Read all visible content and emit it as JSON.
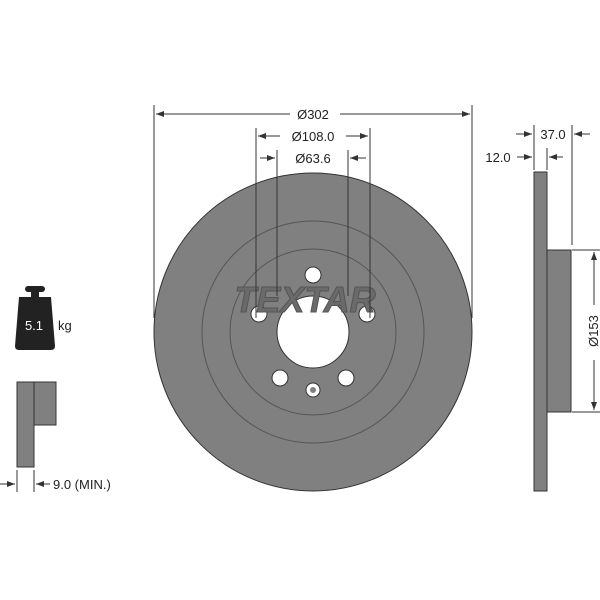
{
  "dimensions": {
    "outer_diameter": "Ø302",
    "bolt_circle": "Ø108.0",
    "center_bore": "Ø63.6",
    "total_height": "37.0",
    "disc_thickness": "12.0",
    "hat_diameter": "Ø153",
    "min_thickness": "9.0 (MIN.)"
  },
  "weight": {
    "value": "5.1",
    "unit": "kg"
  },
  "brand": "TEXTAR",
  "colors": {
    "disc": "#808080",
    "line": "#333333"
  }
}
